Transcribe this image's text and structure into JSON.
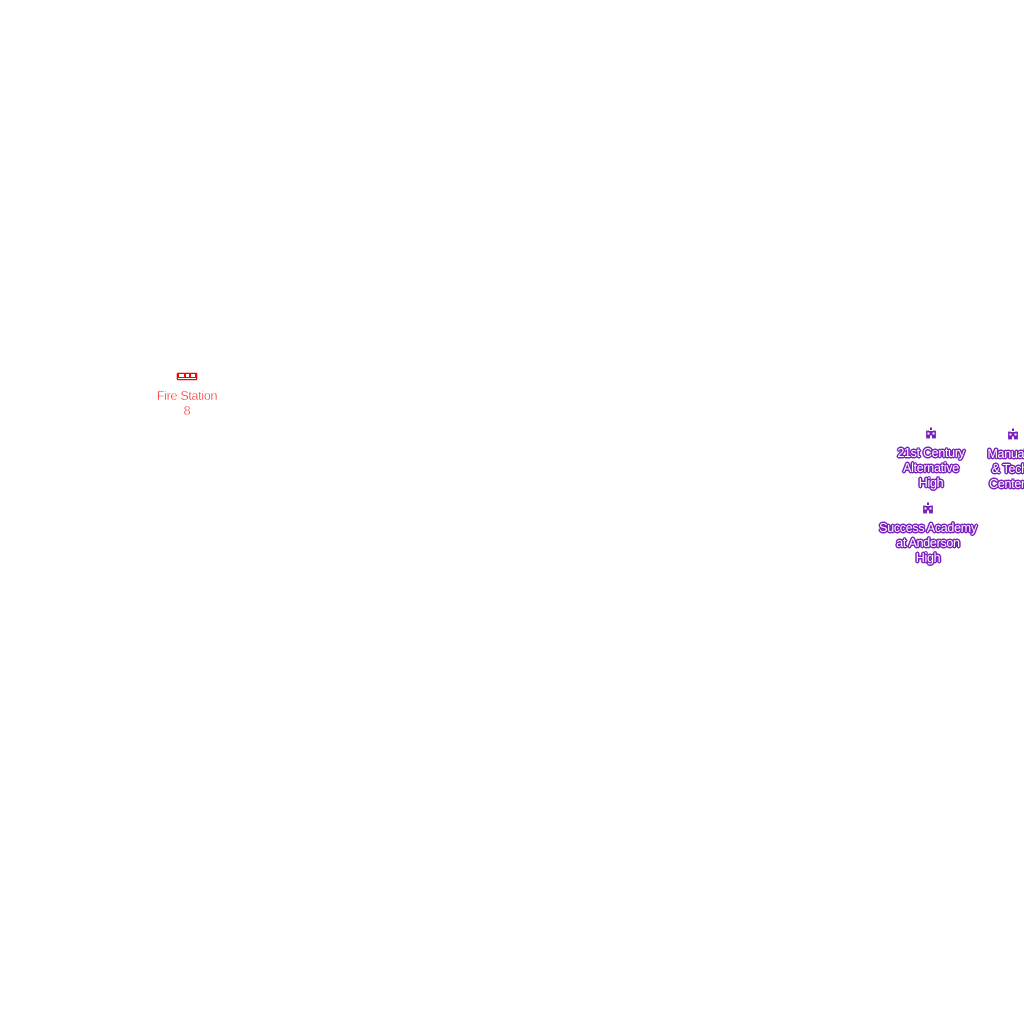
{
  "map": {
    "background": "#ffffff",
    "pois": [
      {
        "id": "fire-station-8",
        "category": "fire-station",
        "icon": "fire-truck-icon",
        "color": "#ff0000",
        "label": "Fire Station\n8"
      },
      {
        "id": "21st-century-alternative-high",
        "category": "school",
        "icon": "school-icon",
        "color": "#7a1fbf",
        "label": "21st Century\nAlternative\nHigh"
      },
      {
        "id": "manual-career-technical-center",
        "category": "school",
        "icon": "school-icon",
        "color": "#7a1fbf",
        "label": "Manual C\n& Techn\nCenter H"
      },
      {
        "id": "success-academy-anderson-high",
        "category": "school",
        "icon": "school-icon",
        "color": "#7a1fbf",
        "label": "Success Academy\nat Anderson\nHigh"
      }
    ]
  }
}
